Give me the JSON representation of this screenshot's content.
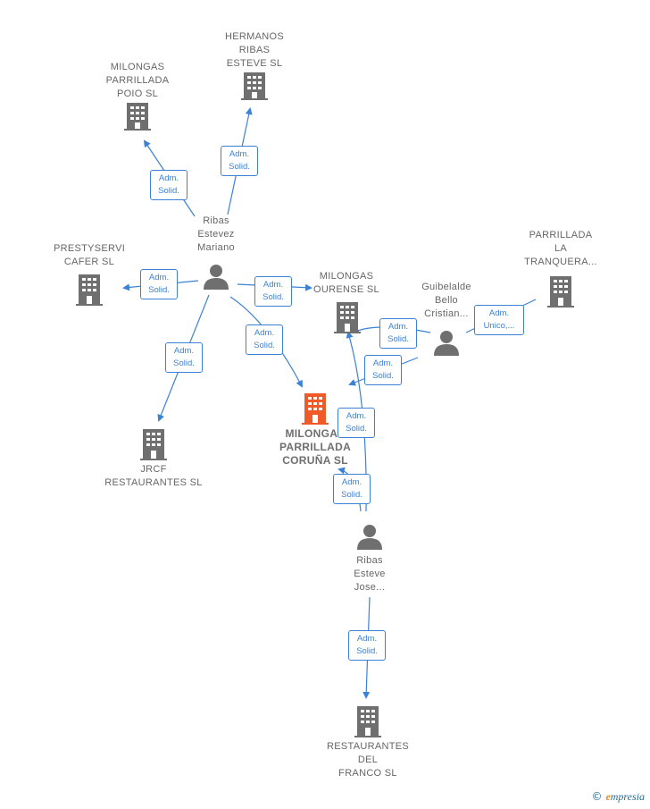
{
  "nodes": {
    "hermanos": {
      "label": "HERMANOS\nRIBAS\nESTEVE  SL"
    },
    "milongas_poio": {
      "label": "MILONGAS\nPARRILLADA\nPOIO  SL"
    },
    "prestyservi": {
      "label": "PRESTYSERVI\nCAFER SL"
    },
    "ribas_mariano": {
      "label": "Ribas\nEstevez\nMariano"
    },
    "milongas_ourense": {
      "label": "MILONGAS\nOURENSE  SL"
    },
    "guibelalde": {
      "label": "Guibelalde\nBello\nCristian..."
    },
    "parrillada_tranquera": {
      "label": "PARRILLADA\nLA\nTRANQUERA..."
    },
    "milongas_coruna": {
      "label": "MILONGAS\nPARRILLADA\nCORUÑA  SL"
    },
    "jrcf": {
      "label": "JRCF\nRESTAURANTES SL"
    },
    "ribas_jose": {
      "label": "Ribas\nEsteve\nJose..."
    },
    "restaurantes_franco": {
      "label": "RESTAURANTES\nDEL\nFRANCO SL"
    }
  },
  "badges": {
    "b1": "Adm.\nSolid.",
    "b2": "Adm.\nSolid.",
    "b3": "Adm.\nSolid.",
    "b4": "Adm.\nSolid.",
    "b5": "Adm.\nSolid.",
    "b6": "Adm.\nSolid.",
    "b7": "Adm.\nSolid.",
    "b8": "Adm.\nUnico,...",
    "b9": "Adm.\nSolid.",
    "b10": "Adm.\nSolid.",
    "b11": "Adm.\nSolid.",
    "b12": "Adm.\nSolid."
  },
  "colors": {
    "link": "#3b82d6",
    "company": "#6f6f6f",
    "main_company": "#f05a28",
    "person": "#6f6f6f"
  },
  "brand": {
    "copyright": "©",
    "initial": "e",
    "rest": "mpresia"
  }
}
